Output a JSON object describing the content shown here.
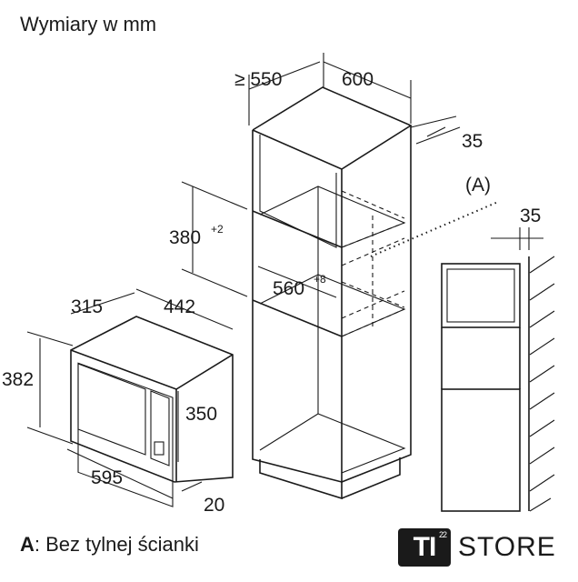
{
  "title": "Wymiary w mm",
  "note": {
    "key": "A",
    "text": ": Bez tylnej ścianki"
  },
  "labels": {
    "depth_min": "≥ 550",
    "width_top": "600",
    "panel_gap": "35",
    "label_a": "(A)",
    "side_gap": "35",
    "niche_height": "380",
    "niche_height_tol": "+2",
    "niche_width": "560",
    "niche_width_tol": "+8",
    "unit_depth": "315",
    "unit_width": "442",
    "unit_height": "382",
    "front_height": "350",
    "front_width": "595",
    "frame_depth": "20"
  },
  "logo": {
    "mark": "TI",
    "number": "22",
    "store": "STORE"
  }
}
